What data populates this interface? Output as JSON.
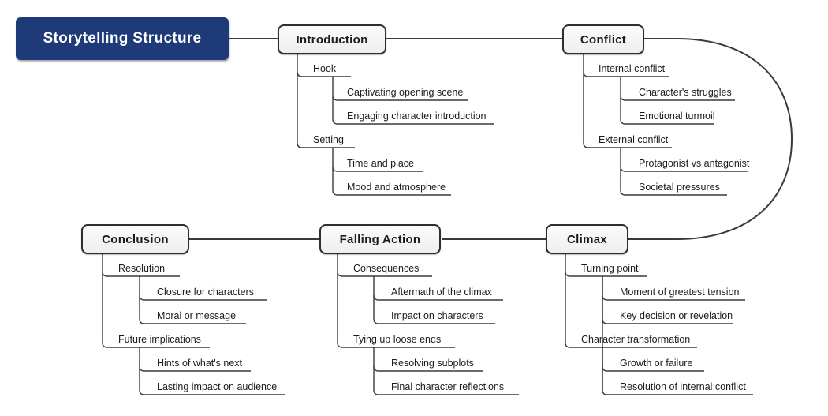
{
  "root": {
    "label": "Storytelling Structure"
  },
  "topics": {
    "introduction": {
      "label": "Introduction",
      "branches": [
        {
          "label": "Hook",
          "children": [
            "Captivating opening scene",
            "Engaging character introduction"
          ]
        },
        {
          "label": "Setting",
          "children": [
            "Time and place",
            "Mood and atmosphere"
          ]
        }
      ]
    },
    "conflict": {
      "label": "Conflict",
      "branches": [
        {
          "label": "Internal conflict",
          "children": [
            "Character's struggles",
            "Emotional turmoil"
          ]
        },
        {
          "label": "External conflict",
          "children": [
            "Protagonist vs antagonist",
            "Societal pressures"
          ]
        }
      ]
    },
    "climax": {
      "label": "Climax",
      "branches": [
        {
          "label": "Turning point",
          "children": [
            "Moment of greatest tension",
            "Key decision or revelation"
          ]
        },
        {
          "label": "Character transformation",
          "children": [
            "Growth or failure",
            "Resolution of internal conflict"
          ]
        }
      ]
    },
    "falling_action": {
      "label": "Falling Action",
      "branches": [
        {
          "label": "Consequences",
          "children": [
            "Aftermath of the climax",
            "Impact on characters"
          ]
        },
        {
          "label": "Tying up loose ends",
          "children": [
            "Resolving subplots",
            "Final character reflections"
          ]
        }
      ]
    },
    "conclusion": {
      "label": "Conclusion",
      "branches": [
        {
          "label": "Resolution",
          "children": [
            "Closure for characters",
            "Moral or message"
          ]
        },
        {
          "label": "Future implications",
          "children": [
            "Hints of what's next",
            "Lasting impact on audience"
          ]
        }
      ]
    }
  },
  "colors": {
    "root_background": "#1e3a78",
    "root_text": "#ffffff",
    "topic_background": "#f7f7f7",
    "topic_border": "#2e2e2e",
    "line": "#3a3a3a",
    "text": "#1b1b1b"
  }
}
